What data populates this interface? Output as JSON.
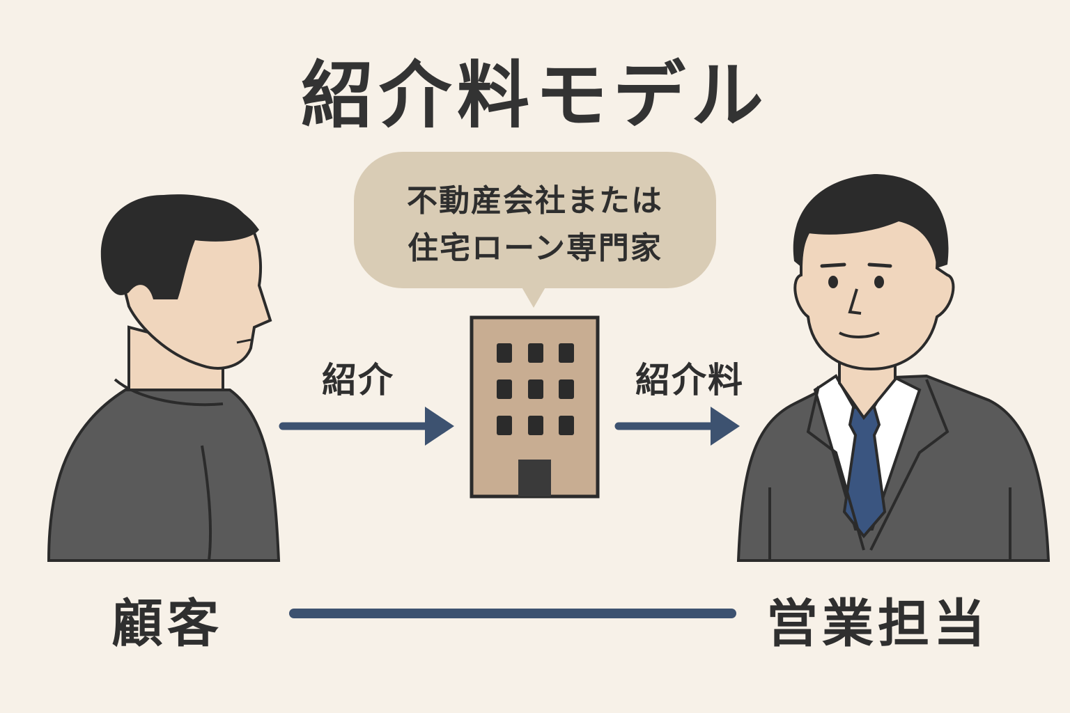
{
  "title": "紹介料モデル",
  "bubble": {
    "line1": "不動産会社または",
    "line2": "住宅ローン専門家"
  },
  "flows": {
    "introduction_label": "紹介",
    "fee_label": "紹介料"
  },
  "parties": {
    "customer": "顧客",
    "sales": "営業担当"
  },
  "colors": {
    "background": "#f7f1e8",
    "bubble": "#d9ccb5",
    "arrow": "#3d5270",
    "suit": "#5a5a5a",
    "skin": "#f0d6bd",
    "hair": "#2b2b2b",
    "building": "#c8ad92",
    "tie": "#3a5580"
  }
}
